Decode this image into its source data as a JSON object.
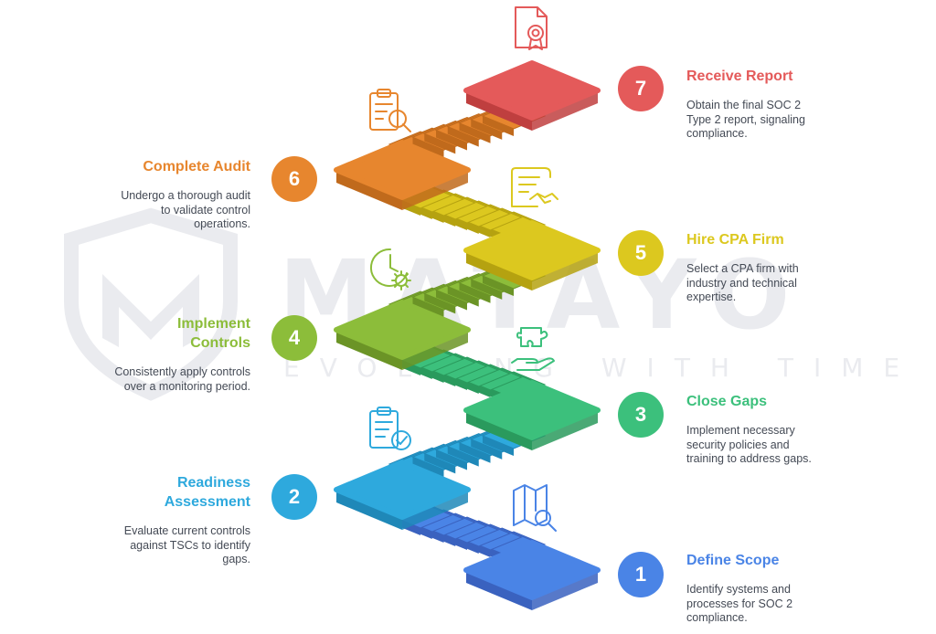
{
  "watermark": {
    "brand": "MATAYO",
    "tagline": "EVOLVING WITH TIME"
  },
  "steps": [
    {
      "number": "1",
      "title": "Define Scope",
      "description": "Identify systems and processes for SOC 2 compliance.",
      "color": "#4a84e6",
      "dark": "#3a62bf",
      "icon": "map-search-icon"
    },
    {
      "number": "2",
      "title": "Readiness Assessment",
      "description": "Evaluate current controls against TSCs to identify gaps.",
      "color": "#2ea9dd",
      "dark": "#1f88b8",
      "icon": "clipboard-check-icon"
    },
    {
      "number": "3",
      "title": "Close Gaps",
      "description": "Implement necessary security policies and training to address gaps.",
      "color": "#3cc07c",
      "dark": "#2a9a5d",
      "icon": "puzzle-hand-icon"
    },
    {
      "number": "4",
      "title": "Implement Controls",
      "description": "Consistently apply controls over a monitoring period.",
      "color": "#8cbd3a",
      "dark": "#6b9426",
      "icon": "clock-gear-icon"
    },
    {
      "number": "5",
      "title": "Hire CPA Firm",
      "description": "Select a CPA firm with industry and technical expertise.",
      "color": "#dcc81f",
      "dark": "#b5a210",
      "icon": "contract-handshake-icon"
    },
    {
      "number": "6",
      "title": "Complete Audit",
      "description": "Undergo a thorough audit to validate control operations.",
      "color": "#e7862e",
      "dark": "#c06a1c",
      "icon": "document-search-icon"
    },
    {
      "number": "7",
      "title": "Receive Report",
      "description": "Obtain the final SOC 2 Type 2 report, signaling compliance.",
      "color": "#e45a5a",
      "dark": "#bf3f3f",
      "icon": "certificate-document-icon"
    }
  ]
}
